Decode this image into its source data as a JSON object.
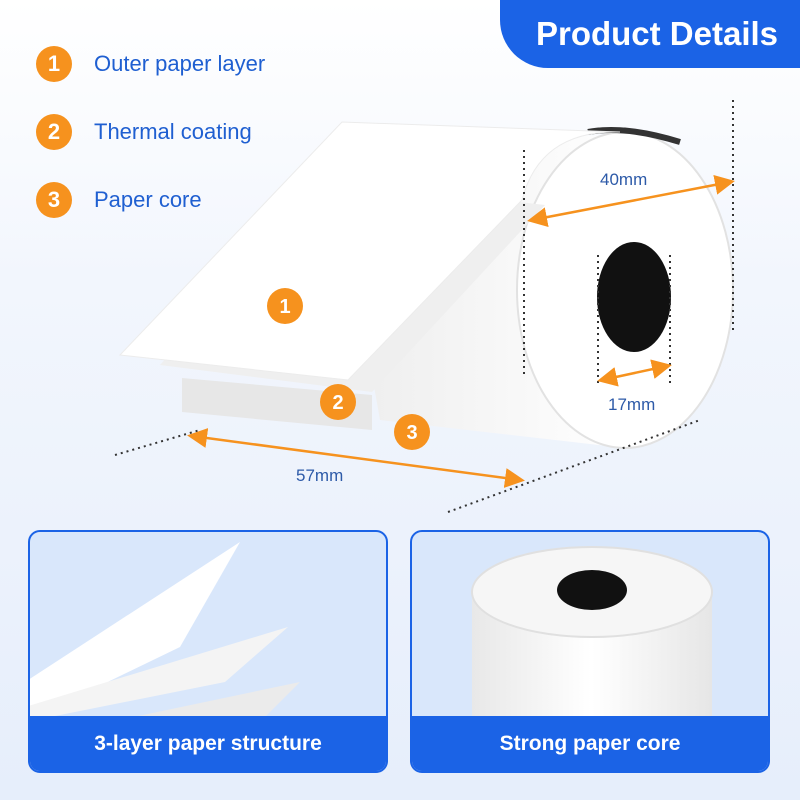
{
  "header": {
    "title": "Product Details"
  },
  "legend": {
    "items": [
      {
        "number": "1",
        "label": "Outer paper layer"
      },
      {
        "number": "2",
        "label": "Thermal coating"
      },
      {
        "number": "3",
        "label": "Paper core"
      }
    ]
  },
  "diagram": {
    "markers": [
      "1",
      "2",
      "3"
    ],
    "dimensions": {
      "diameter": "40mm",
      "core": "17mm",
      "width": "57mm"
    }
  },
  "cards": [
    {
      "caption": "3-layer paper structure"
    },
    {
      "caption": "Strong paper core"
    }
  ],
  "colors": {
    "accent": "#1b63e6",
    "badge": "#f6921e",
    "text_blue": "#1f5fd1"
  }
}
